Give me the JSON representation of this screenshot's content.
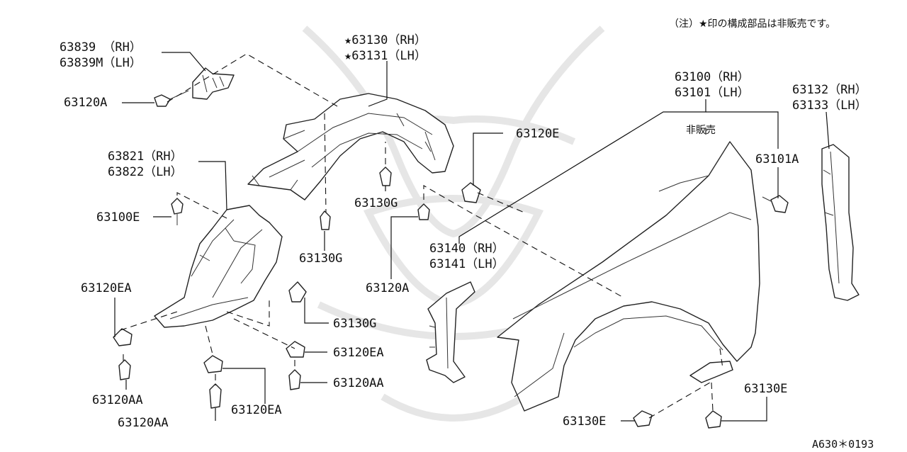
{
  "note": "（注）★印の構成部品は非販売です。",
  "diagram_code": "A630＊0193",
  "labels": {
    "p63839": "63839 （RH）",
    "p63839m": "63839M（LH）",
    "p63120a_top": "63120A",
    "p63130": "★63130（RH）",
    "p63131": "★63131（LH）",
    "p63100": "63100（RH）",
    "p63101": "63101（LH）",
    "not_for_sale": "非販売",
    "p63132": "63132（RH）",
    "p63133": "63133（LH）",
    "p63120e": "63120E",
    "p63101a": "63101A",
    "p63821": "63821（RH）",
    "p63822": "63822（LH）",
    "p63100e": "63100E",
    "p63130g_mid": "63130G",
    "p63130g_left": "63130G",
    "p63120a_mid": "63120A",
    "p63140": "63140（RH）",
    "p63141": "63141（LH）",
    "p63120ea_left": "63120EA",
    "p63130g_low": "63130G",
    "p63120ea_mid": "63120EA",
    "p63120aa_mid": "63120AA",
    "p63120aa_left": "63120AA",
    "p63120ea_bottom": "63120EA",
    "p63120aa_bottom": "63120AA",
    "p63130e_right": "63130E",
    "p63130e_bottom": "63130E"
  }
}
